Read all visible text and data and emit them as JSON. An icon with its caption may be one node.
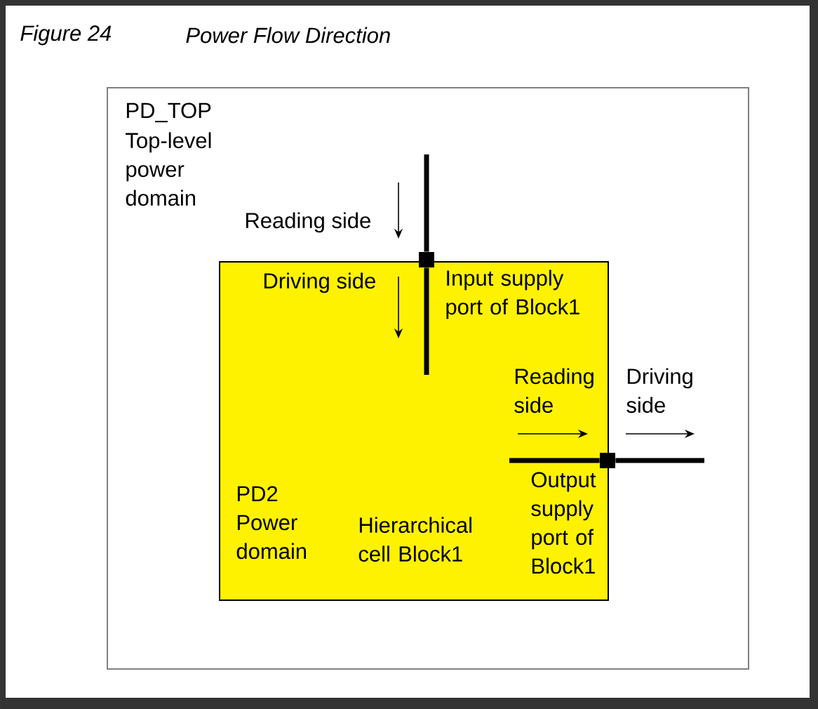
{
  "diagram": {
    "title": "Power Flow Direction",
    "nodes": [
      {
        "text": [
          "PD_TOP",
          "Top-level power domain"
        ]
      },
      {
        "text": [
          "PD2 Power domain",
          "Hierarchical cell Block1"
        ],
        "in": 0
      },
      {
        "text": [],
        "shape": "box",
        "beside": [
          "Input supply port of Block1"
        ],
        "in": 0
      },
      {
        "text": [],
        "shape": "box",
        "beside": [
          "Output supply port of Block1"
        ],
        "in": 0
      }
    ],
    "edges": [
      {
        "from": null,
        "to": 2,
        "arrow": "none"
      },
      {
        "from": 2,
        "to": 1,
        "arrow": "none"
      },
      {
        "from": 1,
        "to": 3,
        "arrow": "none"
      },
      {
        "from": 3,
        "to": null,
        "arrow": "none"
      }
    ],
    "labels": [
      "Figure 24",
      "Reading side",
      "Driving side",
      "Reading side",
      "Driving side"
    ]
  }
}
